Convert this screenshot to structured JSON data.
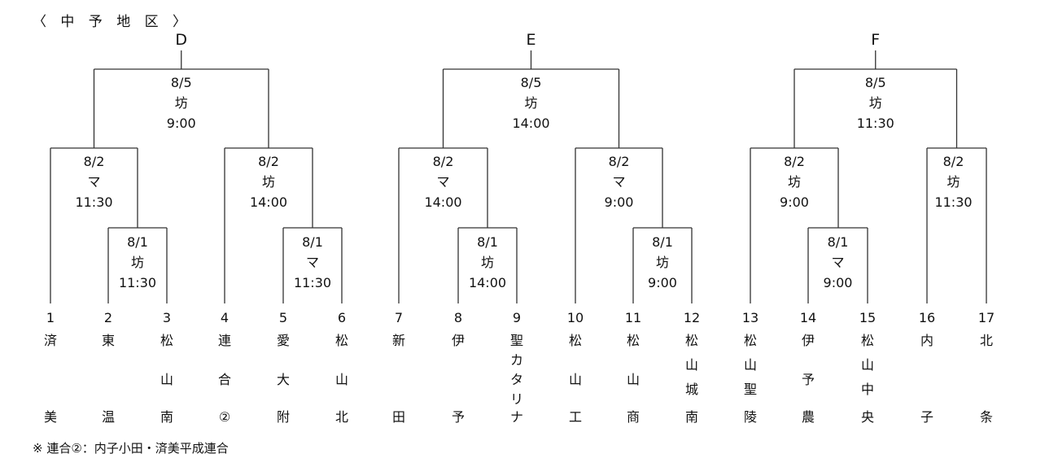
{
  "region_title": "〈 中 予 地 区 〉",
  "footnote": "※ 連合②：内子小田・済美平成連合",
  "blocks": [
    {
      "letter": "D",
      "final": {
        "date": "8/5",
        "venue": "坊",
        "time": "9:00"
      },
      "semis": [
        {
          "date": "8/2",
          "venue": "マ",
          "time": "11:30"
        },
        {
          "date": "8/2",
          "venue": "坊",
          "time": "14:00"
        }
      ],
      "firsts": [
        {
          "date": "8/1",
          "venue": "坊",
          "time": "11:30"
        },
        {
          "date": "8/1",
          "venue": "マ",
          "time": "11:30"
        }
      ],
      "teams": [
        {
          "num": "1",
          "chars": [
            "済",
            "",
            "",
            "美"
          ]
        },
        {
          "num": "2",
          "chars": [
            "東",
            "",
            "",
            "温"
          ]
        },
        {
          "num": "3",
          "chars": [
            "松",
            "",
            "山",
            "南"
          ]
        },
        {
          "num": "4",
          "chars": [
            "連",
            "",
            "合",
            "②"
          ]
        },
        {
          "num": "5",
          "chars": [
            "愛",
            "",
            "大",
            "附"
          ]
        },
        {
          "num": "6",
          "chars": [
            "松",
            "",
            "山",
            "北"
          ]
        }
      ]
    },
    {
      "letter": "E",
      "final": {
        "date": "8/5",
        "venue": "坊",
        "time": "14:00"
      },
      "semis": [
        {
          "date": "8/2",
          "venue": "マ",
          "time": "14:00"
        },
        {
          "date": "8/2",
          "venue": "マ",
          "time": "9:00"
        }
      ],
      "firsts": [
        {
          "date": "8/1",
          "venue": "坊",
          "time": "14:00"
        },
        {
          "date": "8/1",
          "venue": "坊",
          "time": "9:00"
        }
      ],
      "teams": [
        {
          "num": "7",
          "chars": [
            "新",
            "",
            "",
            "田"
          ]
        },
        {
          "num": "8",
          "chars": [
            "伊",
            "",
            "",
            "予"
          ]
        },
        {
          "num": "9",
          "chars": [
            "聖",
            "カ",
            "タ",
            "リ",
            "ナ"
          ]
        },
        {
          "num": "10",
          "chars": [
            "松",
            "",
            "山",
            "工"
          ]
        },
        {
          "num": "11",
          "chars": [
            "松",
            "",
            "山",
            "商"
          ]
        },
        {
          "num": "12",
          "chars": [
            "松",
            "山",
            "城",
            "南"
          ]
        }
      ]
    },
    {
      "letter": "F",
      "final": {
        "date": "8/5",
        "venue": "坊",
        "time": "11:30"
      },
      "semis": [
        {
          "date": "8/2",
          "venue": "坊",
          "time": "9:00"
        },
        {
          "date": "8/2",
          "venue": "坊",
          "time": "11:30"
        }
      ],
      "firsts": [
        {
          "date": "8/1",
          "venue": "マ",
          "time": "9:00"
        }
      ],
      "teams": [
        {
          "num": "13",
          "chars": [
            "松",
            "山",
            "聖",
            "陵"
          ]
        },
        {
          "num": "14",
          "chars": [
            "伊",
            "",
            "予",
            "農"
          ]
        },
        {
          "num": "15",
          "chars": [
            "松",
            "山",
            "中",
            "央"
          ]
        },
        {
          "num": "16",
          "chars": [
            "内",
            "",
            "",
            "子"
          ]
        },
        {
          "num": "17",
          "chars": [
            "北",
            "",
            "",
            "条"
          ]
        }
      ]
    }
  ]
}
